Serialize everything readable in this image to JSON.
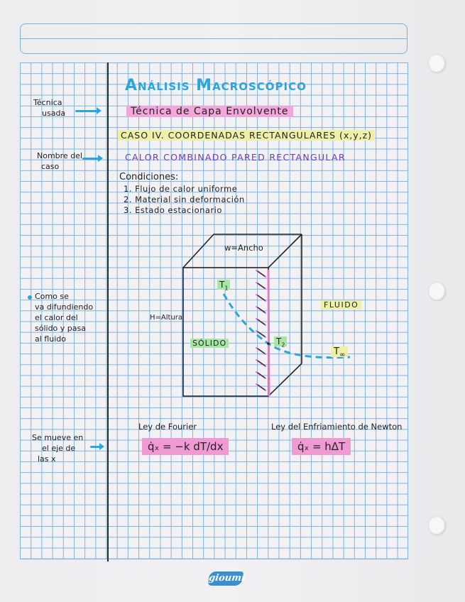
{
  "page": {
    "title": "Análisis Macroscópico",
    "technique": "Técnica de Capa Envolvente",
    "case": "CASO IV. COORDENADAS RECTANGULARES (x,y,z)",
    "case_name": "CALOR COMBINADO PARED RECTANGULAR",
    "conditions_title": "Condiciones:",
    "conditions": [
      "1. Flujo de calor uniforme",
      "2. Material sin deformación",
      "3. Estado estacionario"
    ]
  },
  "margin_notes": {
    "technique_label": [
      "Técnica",
      "usada"
    ],
    "case_label": [
      "Nombre del",
      "caso"
    ],
    "diffusion_note": [
      "Como se",
      "va difundiendo",
      "el calor del",
      "sólido y pasa",
      "al fluido"
    ],
    "axis_note": [
      "Se mueve en",
      "el eje de",
      "las x"
    ]
  },
  "diagram": {
    "width_label": "w=Ancho",
    "height_label": "H=Altura",
    "solid_label": "SÓLIDO",
    "fluid_label": "FLUIDO",
    "t1": "T",
    "t1_sub": "1",
    "t2": "T",
    "t2_sub": "2",
    "tinf": "T",
    "tinf_sub": "∞"
  },
  "laws": {
    "fourier_title": "Ley de Fourier",
    "fourier_formula": "q̇ₓ = −k dT/dx",
    "newton_title": "Ley del Enfriamiento de Newton",
    "newton_formula": "q̇ₓ = hΔT"
  },
  "brand": {
    "logo_text": "gioumi"
  },
  "colors": {
    "grid": "#7fb3de",
    "title": "#2ba6dc",
    "pink_highlight": "#f3a6d9",
    "yellow_highlight": "#eef0a8",
    "green_highlight": "#a8e6a5",
    "purple_text": "#6b3bbf",
    "arrow": "#2ba6dc"
  }
}
